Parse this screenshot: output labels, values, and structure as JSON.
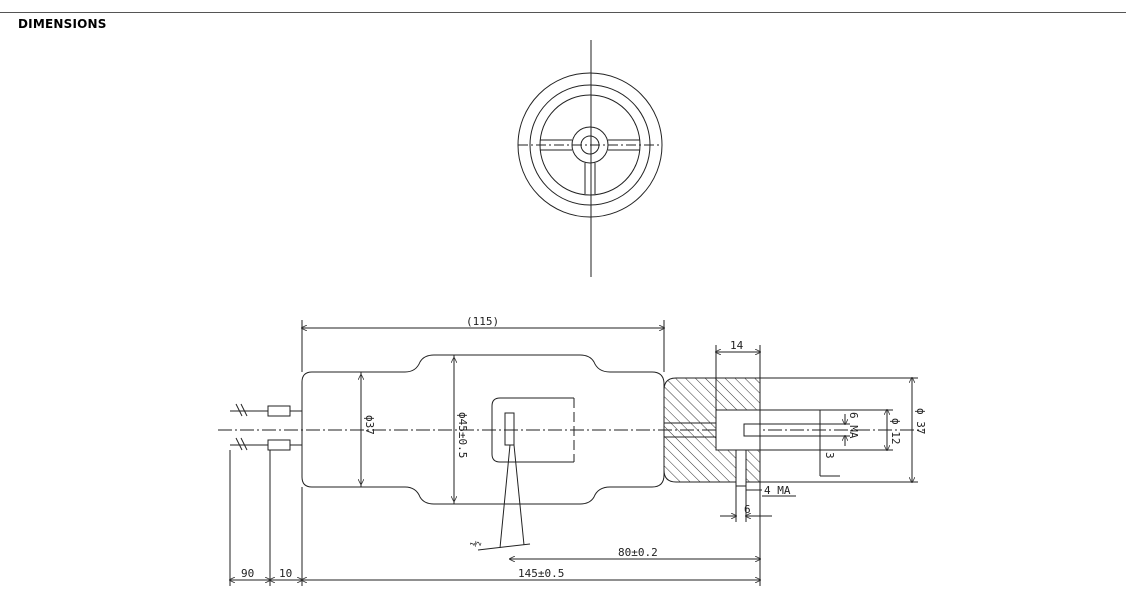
{
  "header": {
    "title": "DIMENSIONS"
  },
  "dimensions": {
    "overall_body": "(115)",
    "terminal_width": "14",
    "dia_body_end": "ϕ37",
    "dia_body_mid": "ϕ45±0.5",
    "dia_flange": "ϕ 37",
    "dia_terminal": "ϕ 12",
    "thread_top": "6 MA",
    "slot": "3",
    "thread_bottom": "4 MA",
    "thread_bottom_width": "6",
    "slot_to_terminal": "80±0.2",
    "total_length": "145±0.5",
    "lead_length": "90",
    "lead_stub": "10",
    "angle_mark": "½"
  }
}
